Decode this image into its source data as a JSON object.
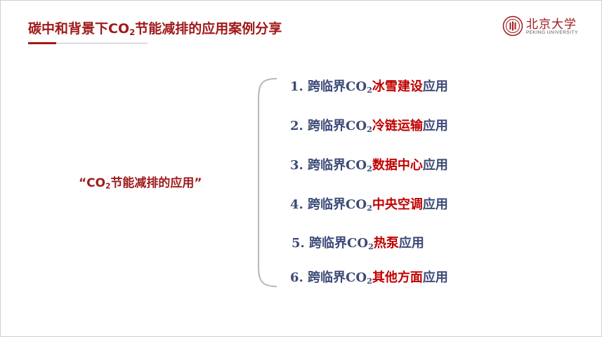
{
  "header": {
    "title_pre": "碳中和背景下CO",
    "title_sub": "2",
    "title_post": "节能减排的应用案例分享"
  },
  "logo": {
    "cn": "北京大学",
    "en": "PEKING UNIVERSITY"
  },
  "left_label": {
    "pre": "“CO",
    "sub": "2",
    "post": "节能减排的应用”"
  },
  "items": [
    {
      "prefix": "1. 跨临界CO",
      "sub": "2",
      "highlight": "冰雪建设",
      "suffix": "应用"
    },
    {
      "prefix": "2. 跨临界CO",
      "sub": "2",
      "highlight": "冷链运输",
      "suffix": "应用"
    },
    {
      "prefix": "3. 跨临界CO",
      "sub": "2",
      "highlight": "数据中心",
      "suffix": "应用"
    },
    {
      "prefix": "4. 跨临界CO",
      "sub": "2",
      "highlight": "中央空调",
      "suffix": "应用"
    },
    {
      "prefix": "5. 跨临界CO",
      "sub": "2",
      "highlight": "热泵",
      "suffix": "应用"
    },
    {
      "prefix": "6. 跨临界CO",
      "sub": "2",
      "highlight": "其他方面",
      "suffix": "应用"
    }
  ],
  "colors": {
    "brand_red": "#a01a1a",
    "highlight_red": "#c00000",
    "item_blue": "#3d4a78"
  }
}
